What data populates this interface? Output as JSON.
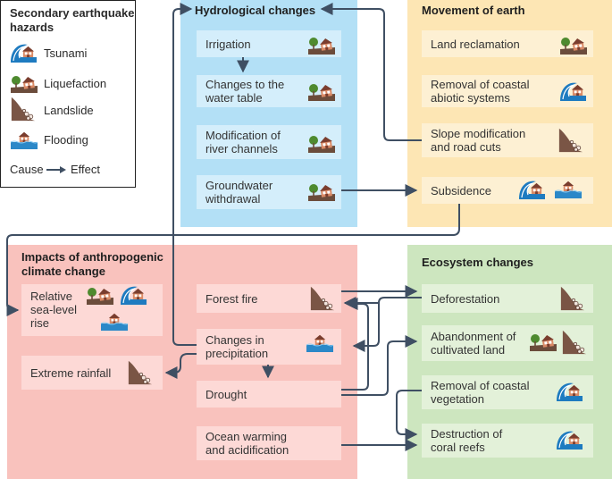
{
  "legend": {
    "title": "Secondary earthquake\nhazards",
    "items": [
      "Tsunami",
      "Liquefaction",
      "Landslide",
      "Flooding"
    ],
    "cause_label": "Cause",
    "effect_label": "Effect"
  },
  "panels": {
    "hydrological": {
      "title": "Hydrological changes",
      "items": [
        "Irrigation",
        "Changes to the\nwater table",
        "Modification of\nriver channels",
        "Groundwater\nwithdrawal"
      ]
    },
    "earth": {
      "title": "Movement of earth",
      "items": [
        "Land reclamation",
        "Removal of coastal\nabiotic systems",
        "Slope modification\nand road cuts",
        "Subsidence"
      ]
    },
    "climate": {
      "title": "Impacts of anthropogenic\nclimate change",
      "items": [
        "Relative\nsea-level\nrise",
        "Extreme rainfall",
        "Forest fire",
        "Changes in\nprecipitation",
        "Drought",
        "Ocean warming\nand acidification"
      ]
    },
    "ecosystem": {
      "title": "Ecosystem changes",
      "items": [
        "Deforestation",
        "Abandonment of\ncultivated land",
        "Removal of coastal\nvegetation",
        "Destruction of\ncoral reefs"
      ]
    }
  },
  "colors": {
    "blue_panel": "#b3e0f6",
    "orange_panel": "#fde6b4",
    "red_panel": "#f9c2bd",
    "green_panel": "#cde6bf",
    "arrow": "#3f4f63",
    "water": "#2b88c8",
    "house": "#c97a5a",
    "roof": "#7a3d2e",
    "ground": "#6b4c3b",
    "tree": "#4e8a2f"
  },
  "icons": [
    "tsunami-icon",
    "liquefaction-icon",
    "landslide-icon",
    "flooding-icon"
  ]
}
